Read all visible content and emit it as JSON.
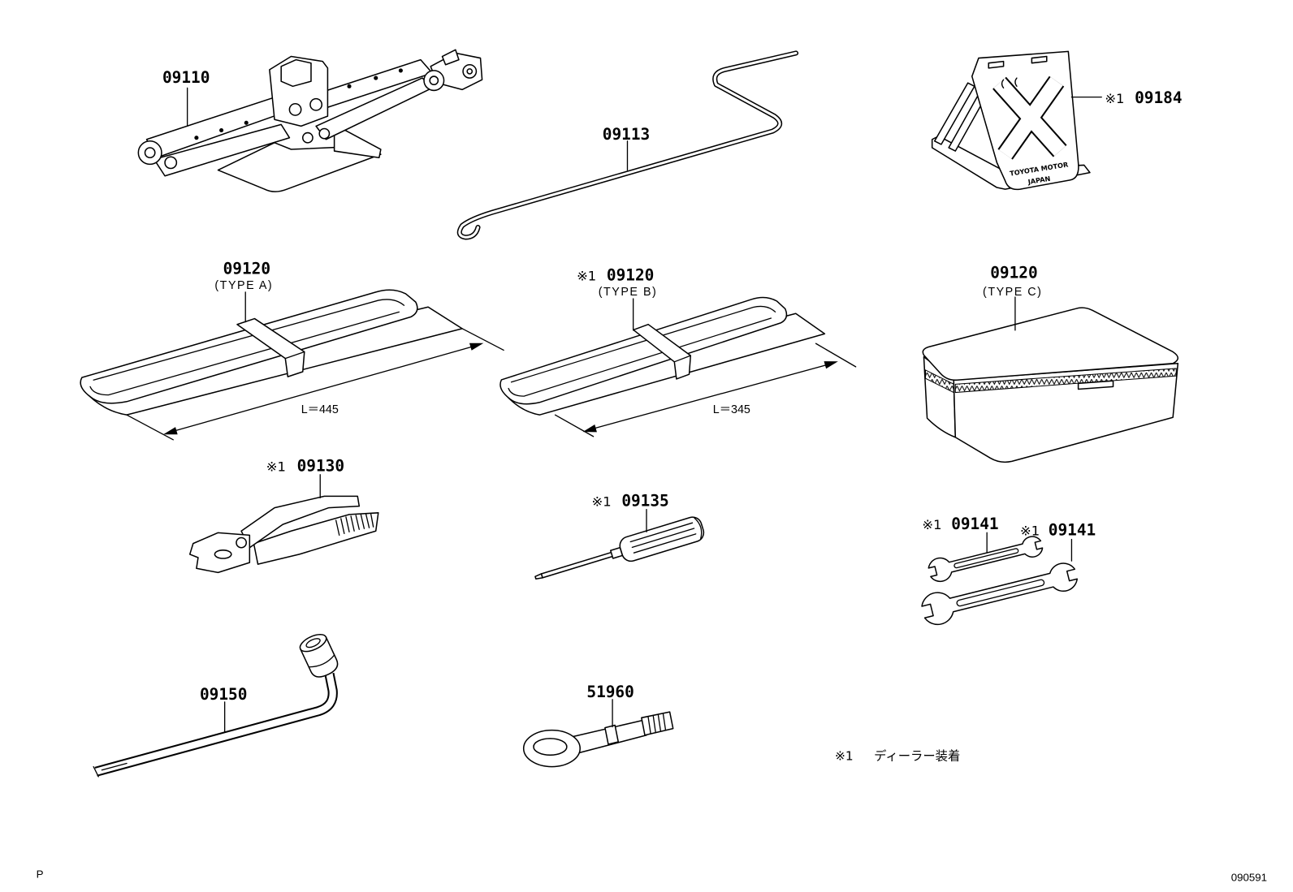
{
  "callouts": {
    "jack": {
      "number": "09110"
    },
    "jack_handle": {
      "number": "09113"
    },
    "warning_triangle": {
      "marker": "※1",
      "number": "09184"
    },
    "tool_bag_type_a": {
      "number": "09120",
      "variant": "(TYPE A)",
      "length": "L＝445"
    },
    "tool_bag_type_b": {
      "marker": "※1",
      "number": "09120",
      "variant": "(TYPE B)",
      "length": "L＝345"
    },
    "tool_box_type_c": {
      "number": "09120",
      "variant": "(TYPE C)"
    },
    "pliers": {
      "marker": "※1",
      "number": "09130"
    },
    "screwdriver": {
      "marker": "※1",
      "number": "09135"
    },
    "wrench_left": {
      "marker": "※1",
      "number": "09141"
    },
    "wrench_right": {
      "marker": "※1",
      "number": "09141"
    },
    "lug_wrench": {
      "number": "09150"
    },
    "towing_eye": {
      "number": "51960"
    }
  },
  "triangle_plate_text": {
    "line1": "TOYOTA MOTOR",
    "line2": "JAPAN"
  },
  "footnote": {
    "marker": "※1",
    "text": "ディーラー装着"
  },
  "page_letter": "P",
  "figure_code": "090591",
  "colors": {
    "ink": "#000000",
    "paper": "#ffffff"
  }
}
